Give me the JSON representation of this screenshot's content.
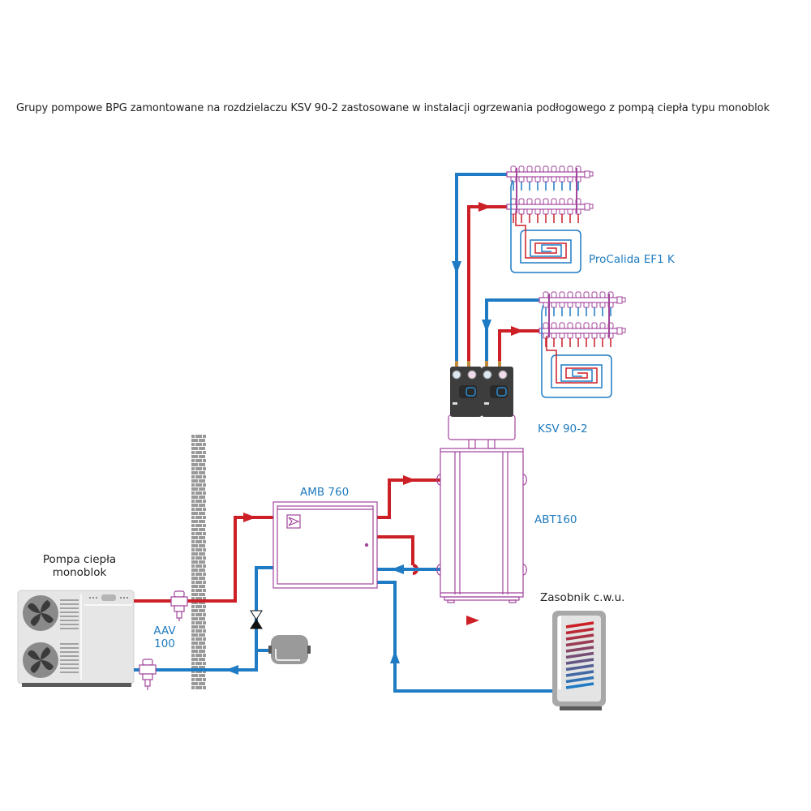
{
  "title": "Grupy pompowe BPG zamontowane na rozdzielaczu KSV 90-2 zastosowane w instalacji ogrzewania podłogowego z pompą ciepła typu monoblok",
  "labels": {
    "procalida": "ProCalida EF1 K",
    "ksv": "KSV 90-2",
    "abt": "ABT160",
    "amb": "AMB 760",
    "zasobnik": "Zasobnik c.w.u.",
    "heat_pump_line1": "Pompa ciepła",
    "heat_pump_line2": "monoblok",
    "aav_line1": "AAV",
    "aav_line2": "100"
  },
  "colors": {
    "supply_red": "#cc1f26",
    "return_blue": "#1f7bc4",
    "component_purple": "#a2459c",
    "label_blue": "#1f7bbf",
    "wall_gray": "#9a9a9a",
    "pump_body": "#3d3d3d"
  }
}
